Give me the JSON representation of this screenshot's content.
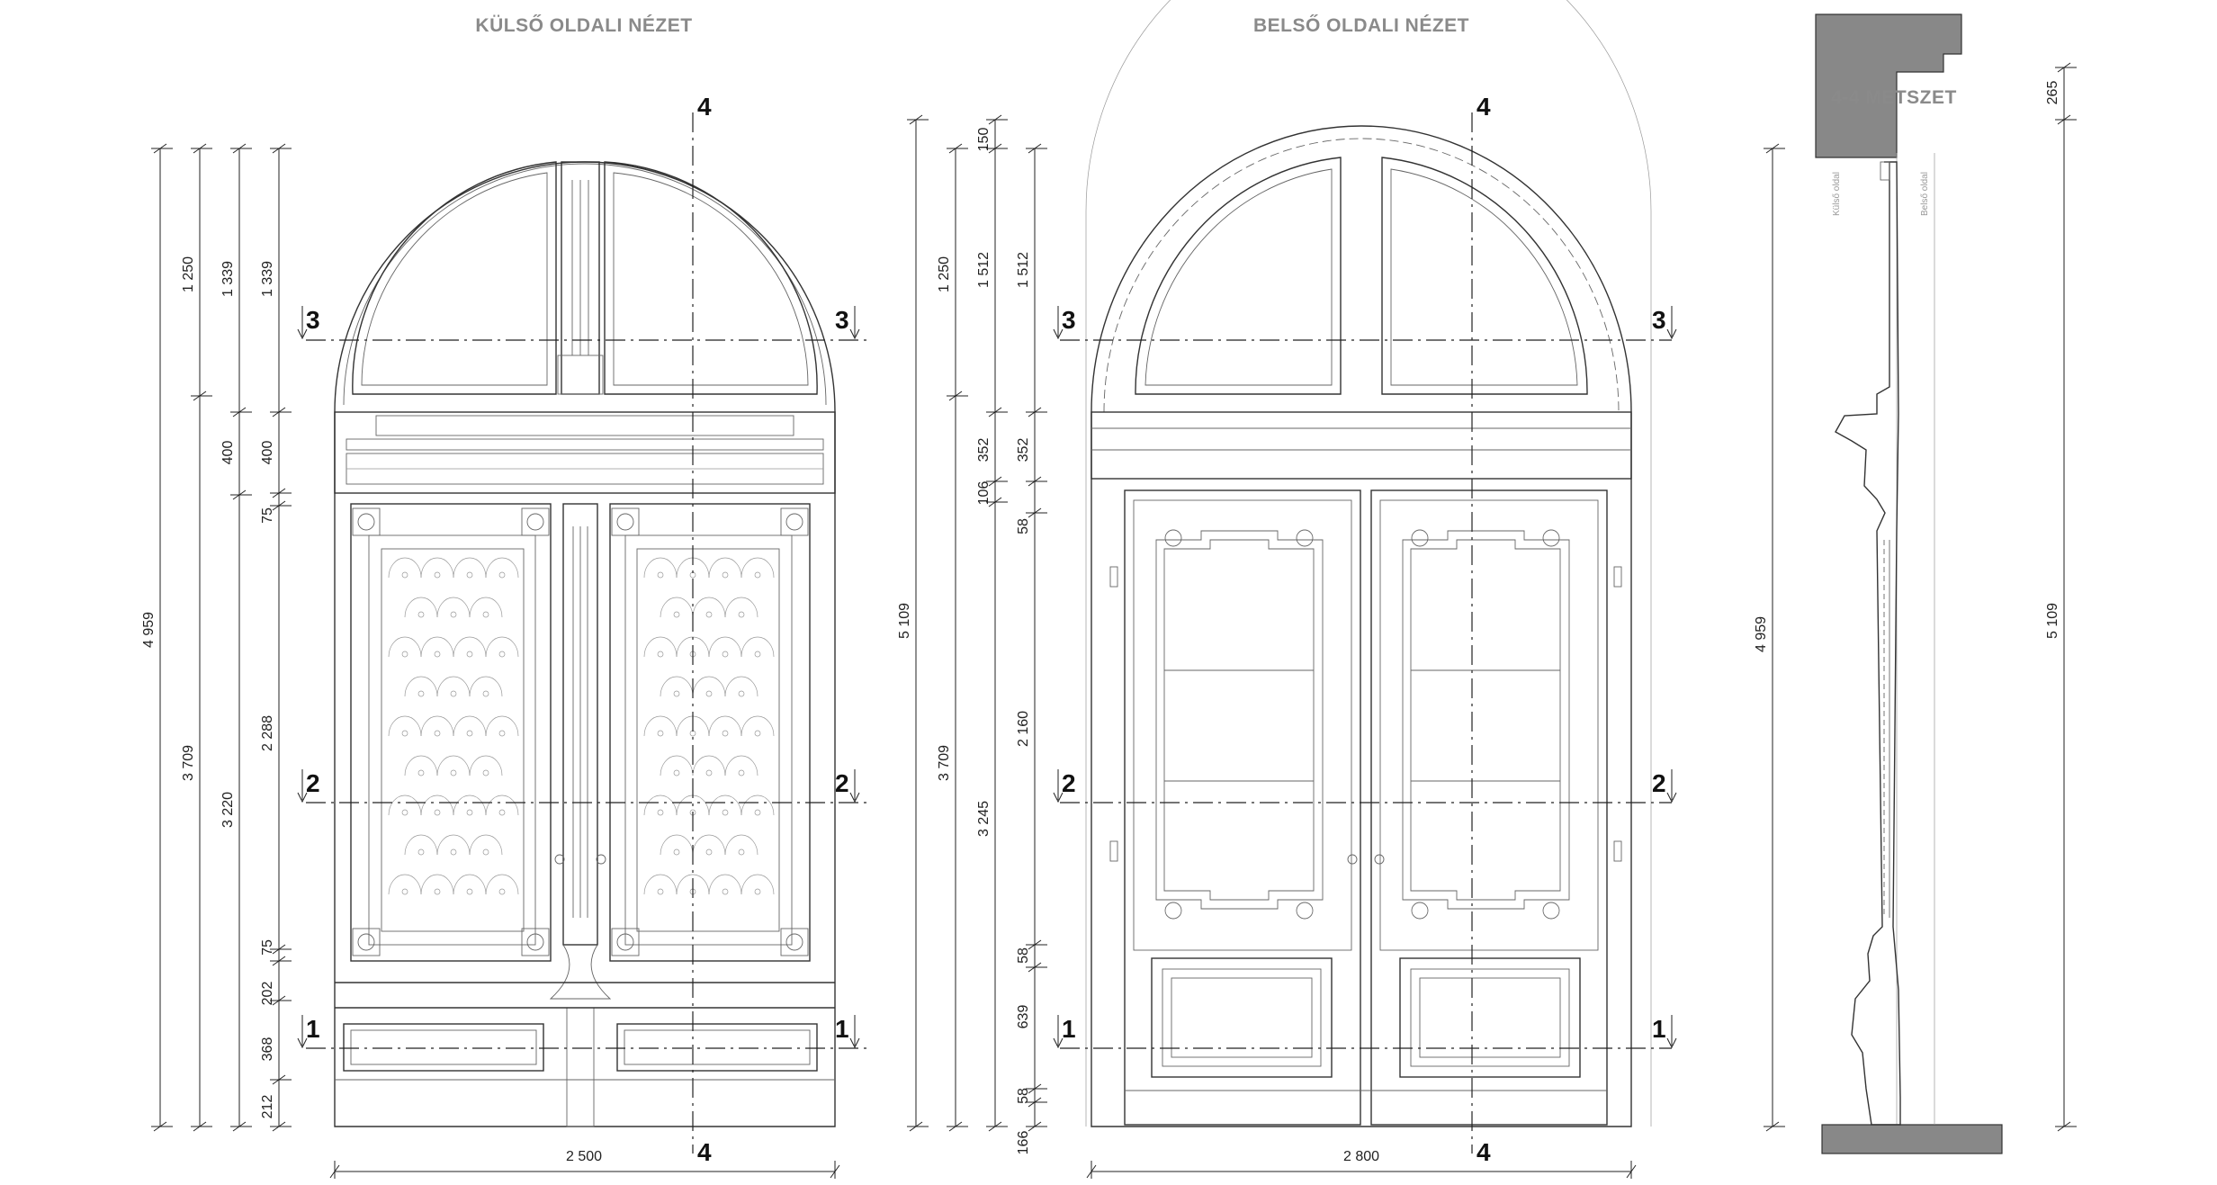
{
  "titles": {
    "exterior_view": "KÜLSŐ OLDALI NÉZET",
    "interior_view": "BELSŐ OLDALI NÉZET",
    "section_view": "4-4 METSZET"
  },
  "section_labels": {
    "outer_side": "Külső oldal",
    "inner_side": "Belső oldal"
  },
  "section_marks": [
    "1",
    "2",
    "3",
    "4"
  ],
  "exterior_dims": {
    "col1": [
      "4 959"
    ],
    "col2": [
      "1 250",
      "3 709"
    ],
    "col3": [
      "1 339",
      "400",
      "3 220"
    ],
    "col4": [
      "1 339",
      "400",
      "75",
      "2 288",
      "75",
      "202",
      "368",
      "212"
    ],
    "width": "2 500"
  },
  "interior_dims": {
    "col1": [
      "5 109"
    ],
    "col2": [
      "1 250",
      "3 709"
    ],
    "col3": [
      "150",
      "1 512",
      "352",
      "106",
      "3 245"
    ],
    "col4": [
      "1 512",
      "352",
      "58",
      "2 160",
      "58",
      "639",
      "58",
      "166"
    ],
    "width": "2 800"
  },
  "section_dims": {
    "left": "4 959",
    "right": "5 109",
    "top": "265"
  }
}
